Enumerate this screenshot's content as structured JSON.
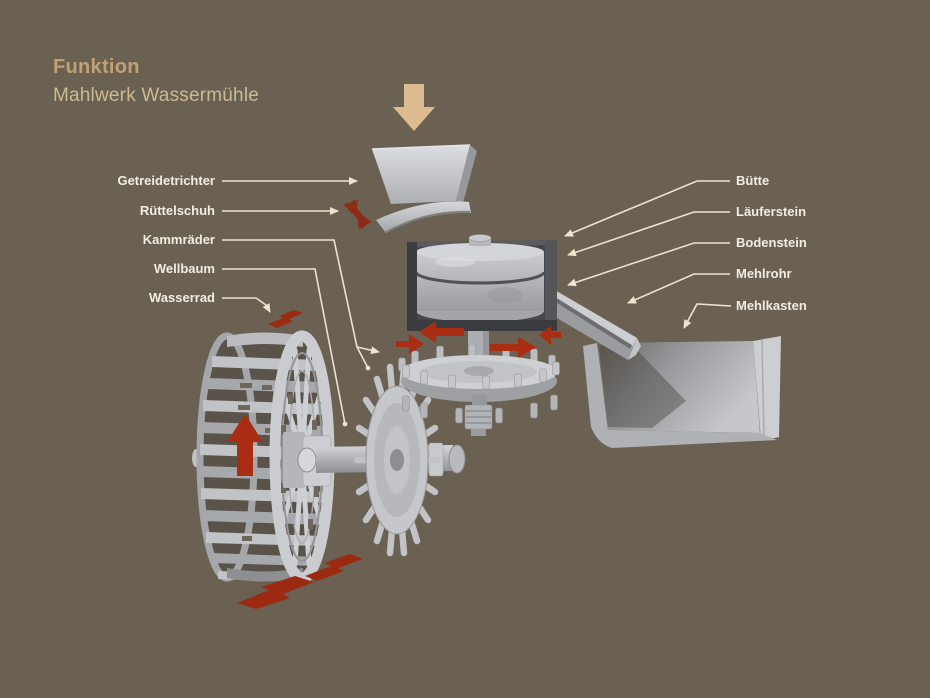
{
  "header": {
    "title": "Funktion",
    "subtitle": "Mahlwerk Wassermühle"
  },
  "labels": {
    "left": [
      {
        "text": "Getreidetrichter"
      },
      {
        "text": "Rüttelschuh"
      },
      {
        "text": "Kammräder"
      },
      {
        "text": "Wellbaum"
      },
      {
        "text": "Wasserrad"
      }
    ],
    "right": [
      {
        "text": "Bütte"
      },
      {
        "text": "Läuferstein"
      },
      {
        "text": "Bodenstein"
      },
      {
        "text": "Mehlrohr"
      },
      {
        "text": "Mehlkasten"
      }
    ]
  },
  "colors": {
    "background": "#6a6153",
    "title": "#c1a173",
    "subtitle": "#cdb995",
    "label_text": "#f1ede2",
    "leader_line": "#ece4cf",
    "red_arrow": "#a82d12",
    "dark_red_arrow": "#8d2b15",
    "tan_arrow": "#dcbb90"
  }
}
